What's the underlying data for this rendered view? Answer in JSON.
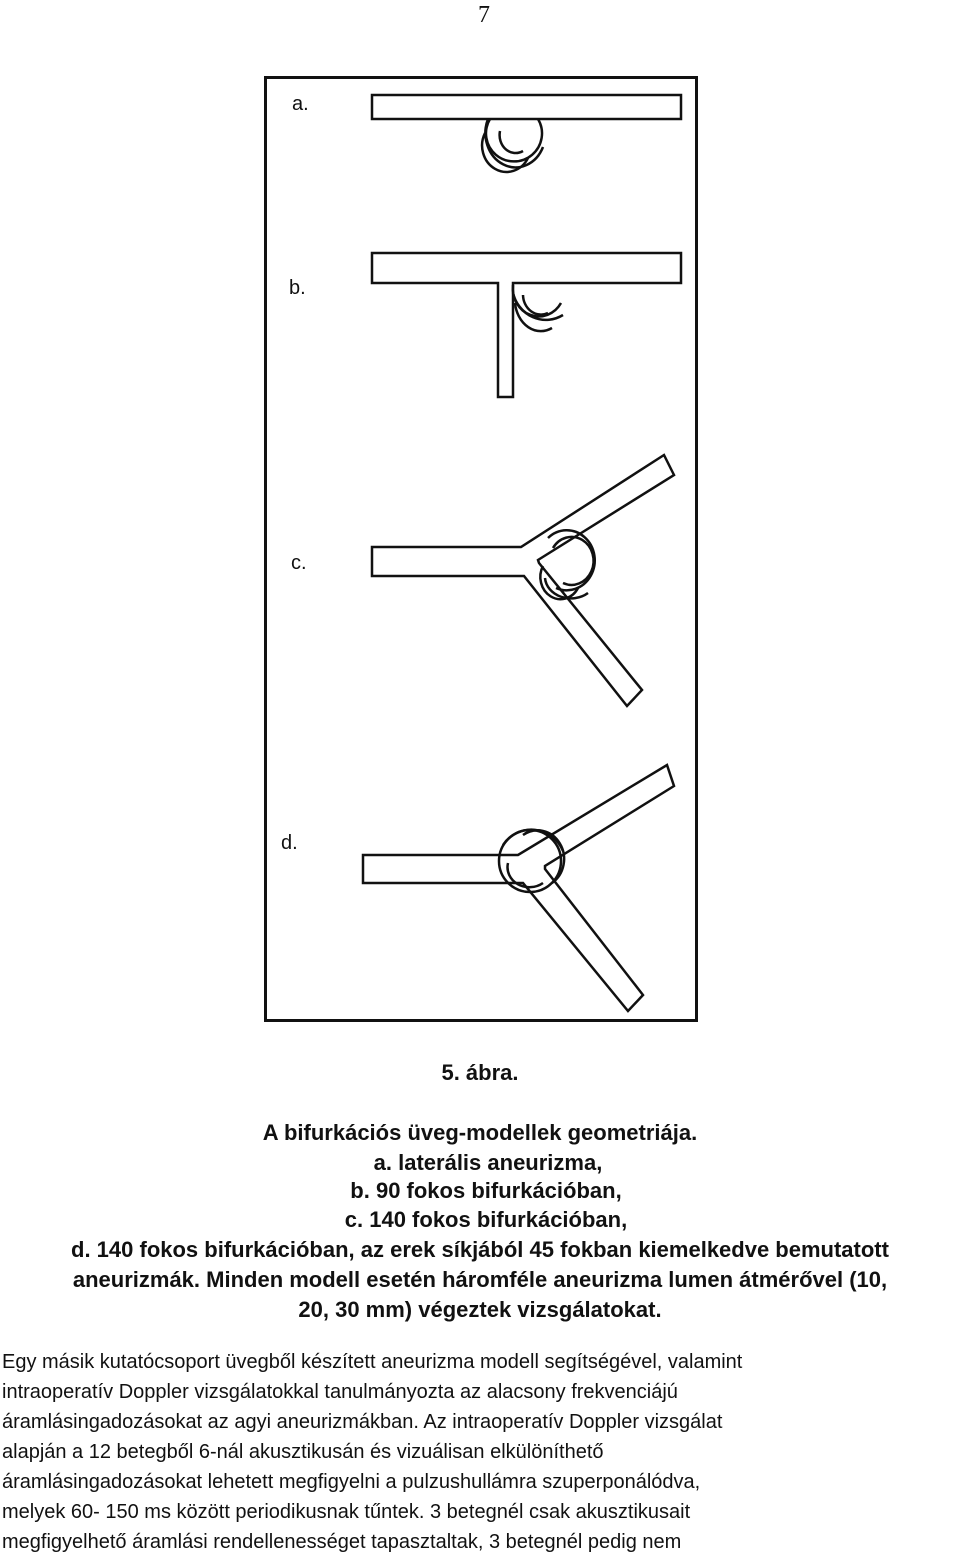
{
  "page_number": "7",
  "figure": {
    "panel_labels": [
      "a.",
      "b.",
      "c.",
      "d."
    ]
  },
  "caption": {
    "figure_number": "5. ábra.",
    "title": "A bifurkációs üveg-modellek geometriája.",
    "item_a": "a. laterális aneurizma,",
    "item_b": "b. 90 fokos bifurkációban,",
    "item_c": "c. 140 fokos bifurkációban,",
    "item_d_line1": "d. 140 fokos bifurkációban, az erek síkjából 45 fokban kiemelkedve bemutatott",
    "item_d_line2": "aneurizmák. Minden modell esetén háromféle aneurizma lumen átmérővel (10,",
    "item_d_line3": "20, 30 mm) végeztek vizsgálatokat."
  },
  "body": {
    "lines": [
      "Egy másik kutatócsoport üvegből készített aneurizma modell segítségével, valamint",
      "intraoperatív Doppler vizsgálatokkal tanulmányozta az alacsony frekvenciájú",
      "áramlásingadozásokat az agyi aneurizmákban. Az intraoperatív Doppler vizsgálat",
      "alapján a 12 betegből 6-nál akusztikusán és vizuálisan elkülöníthető",
      "áramlásingadozásokat lehetett megfigyelni a pulzushullámra szuperponálódva,",
      "melyek 60- 150 ms között periodikusnak tűntek. 3 betegnél csak akusztikusait",
      "megfigyelhető áramlási rendellenességet tapasztaltak, 3 betegnél pedig nem"
    ]
  }
}
